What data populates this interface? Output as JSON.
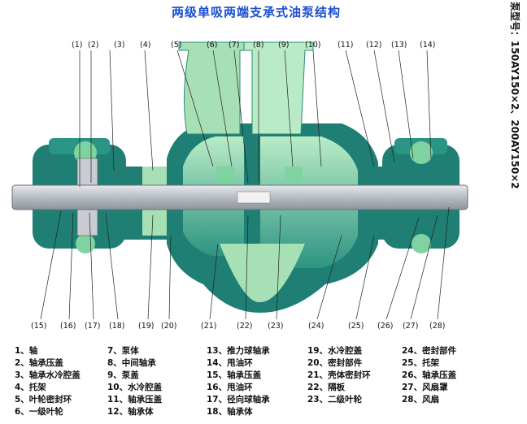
{
  "title": "两级单吸两端支承式油泵结构",
  "side_text": "泵型号：150AY150×2、200AY150×2",
  "callouts_top": [
    "(1)",
    "(2)",
    "(3)",
    "(4)",
    "(5)",
    "(6)",
    "(7)",
    "(8)",
    "(9)",
    "(10)",
    "(11)",
    "(12)",
    "(13)",
    "(14)"
  ],
  "callouts_bottom": [
    "(15)",
    "(16)",
    "(17)",
    "(18)",
    "(19)",
    "(20)",
    "(21)",
    "(22)",
    "(23)",
    "(24)",
    "(25)",
    "(26)",
    "(27)",
    "(28)"
  ],
  "legend": [
    "1、轴",
    "2、轴承压盖",
    "3、轴承水冷腔盖",
    "4、托架",
    "5、叶轮密封环",
    "6、一级叶轮",
    "7、泵体",
    "8、中间轴承",
    "9、泵盖",
    "10、水冷腔盖",
    "11、轴承压盖",
    "12、轴承体",
    "13、推力球轴承",
    "14、甩油环",
    "15、轴承压盖",
    "16、甩油环",
    "17、径向球轴承",
    "18、轴承体",
    "19、水冷腔盖",
    "20、密封部件",
    "21、壳体密封环",
    "22、隔板",
    "23、二级叶轮",
    "24、密封部件",
    "25、托架",
    "26、轴承压盖",
    "27、风扇罩",
    "28、风扇"
  ],
  "colors": {
    "teal": "#1f7f74",
    "light_green": "#a8e0b5",
    "shaft": "#c9ccd1",
    "title": "#1a4fd0"
  }
}
